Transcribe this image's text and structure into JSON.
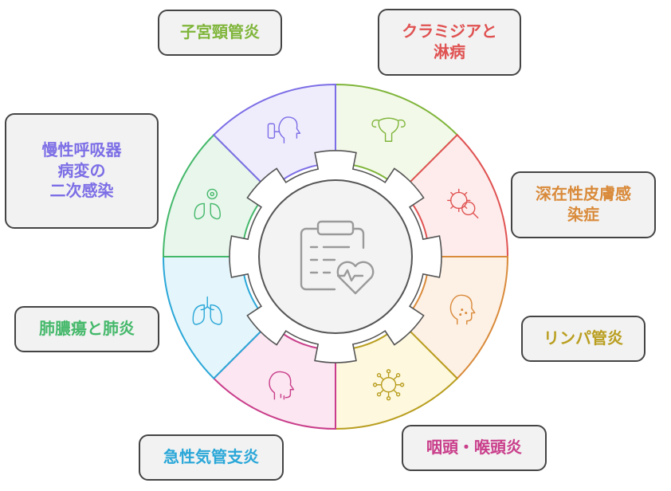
{
  "segments": [
    {
      "label": "子宮頸管炎",
      "color": "#7fb53a",
      "fill": "#f3f9e9",
      "icon": "uterus-icon"
    },
    {
      "label": "クラミジアと\n淋病",
      "color": "#e05252",
      "fill": "#fdeceb",
      "icon": "bacteria-magnifier-icon"
    },
    {
      "label": "深在性皮膚感\n染症",
      "color": "#d98a3a",
      "fill": "#fdf0e4",
      "icon": "face-skin-icon"
    },
    {
      "label": "リンパ管炎",
      "color": "#b99e1f",
      "fill": "#fdf8de",
      "icon": "virus-icon"
    },
    {
      "label": "咽頭・喉頭炎",
      "color": "#c93d8a",
      "fill": "#fbe6f1",
      "icon": "throat-head-icon"
    },
    {
      "label": "急性気管支炎",
      "color": "#2aa7d8",
      "fill": "#e4f5fb",
      "icon": "lungs-icon"
    },
    {
      "label": "肺膿瘍と肺炎",
      "color": "#44b86a",
      "fill": "#e8f6ec",
      "icon": "lungs-bacteria-icon"
    },
    {
      "label": "慢性呼吸器\n病変の\n二次感染",
      "color": "#7c6ee6",
      "fill": "#efedfc",
      "icon": "inhaler-icon"
    }
  ],
  "center": {
    "icon": "clipboard-heart-icon"
  }
}
